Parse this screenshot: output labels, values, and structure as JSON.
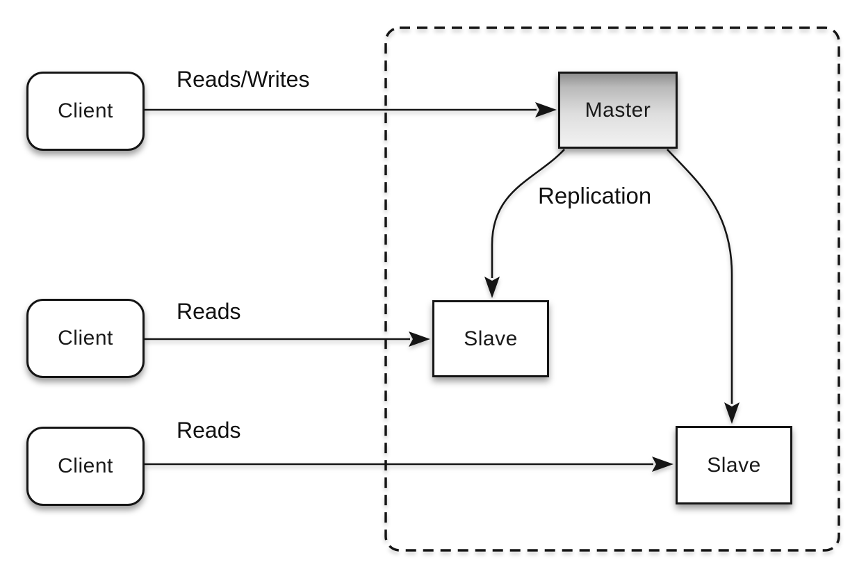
{
  "diagram": {
    "kind": "master-slave-replication-topology",
    "background_color": "#ffffff",
    "stroke_color": "#151515",
    "master_gradient": [
      "#8f8f8f",
      "#f2f2f2"
    ],
    "node_fill": "#ffffff"
  },
  "nodes": {
    "client1": {
      "label": "Client"
    },
    "client2": {
      "label": "Client"
    },
    "client3": {
      "label": "Client"
    },
    "master": {
      "label": "Master"
    },
    "slave1": {
      "label": "Slave"
    },
    "slave2": {
      "label": "Slave"
    }
  },
  "edges": {
    "client1_to_master": {
      "label": "Reads/Writes",
      "from": "Client",
      "to": "Master"
    },
    "client2_to_slave1": {
      "label": "Reads",
      "from": "Client",
      "to": "Slave"
    },
    "client3_to_slave2": {
      "label": "Reads",
      "from": "Client",
      "to": "Slave"
    },
    "master_to_slaves": {
      "label": "Replication",
      "from": "Master",
      "to": "Slave"
    }
  }
}
